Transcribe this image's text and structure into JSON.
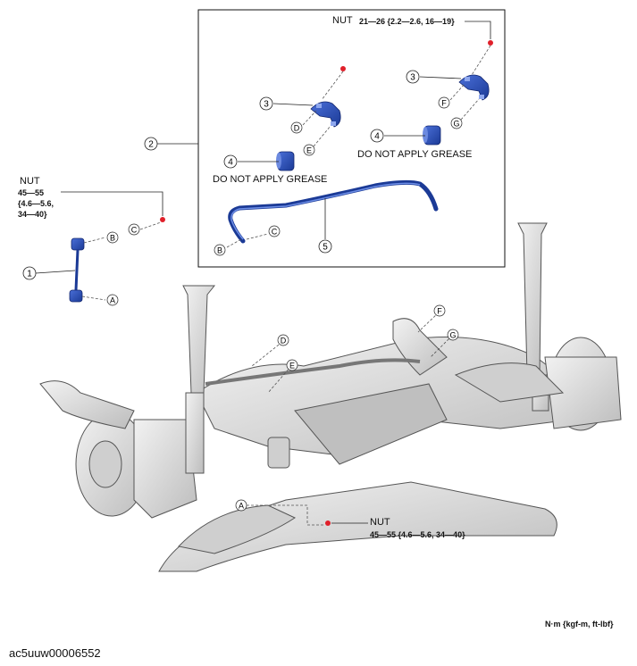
{
  "inset": {
    "nut_label": "NUT",
    "nut_torque": "21—26 {2.2—2.6, 16—19}",
    "note_left": "DO NOT APPLY GREASE",
    "note_right": "DO NOT APPLY GREASE"
  },
  "callouts": [
    "1",
    "2",
    "3",
    "3",
    "4",
    "4",
    "5"
  ],
  "letters": [
    "A",
    "B",
    "C",
    "B",
    "C",
    "D",
    "E",
    "F",
    "G",
    "D",
    "E",
    "F",
    "G",
    "A"
  ],
  "link_nut": {
    "label": "NUT",
    "torque_l1": "45—55",
    "torque_l2": "{4.6—5.6,",
    "torque_l3": "34—40}"
  },
  "lower_nut": {
    "label": "NUT",
    "torque": "45—55 {4.6—5.6, 34—40}"
  },
  "units": "N·m {kgf-m, ft-lbf}",
  "figure_id": "ac5uuw00006552",
  "colors": {
    "part_blue": "#2a4fb5",
    "nut_red": "#e0202a",
    "frame_gray": "#d9d9d9"
  }
}
